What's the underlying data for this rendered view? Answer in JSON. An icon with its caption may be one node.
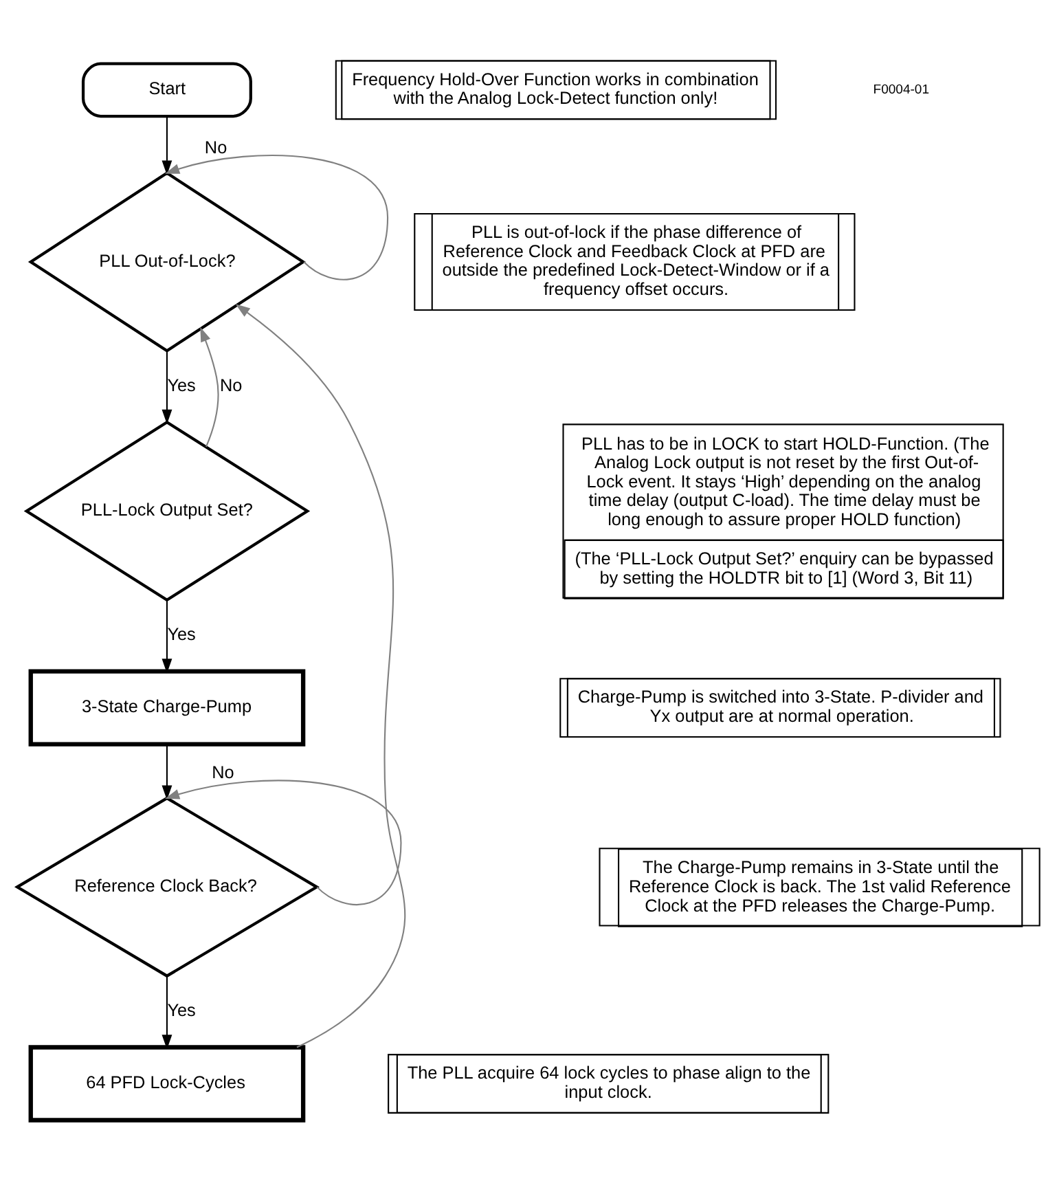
{
  "diagram": {
    "nodes": [
      {
        "text": [
          "Start"
        ]
      },
      {
        "text": [
          "PLL Out-of-Lock?"
        ]
      },
      {
        "text": [
          "PLL-Lock Output Set?"
        ]
      },
      {
        "text": [
          "3-State Charge-Pump"
        ]
      },
      {
        "text": [
          "Reference Clock Back?"
        ]
      },
      {
        "text": [
          "64 PFD Lock-Cycles"
        ]
      },
      {
        "text": [
          "Frequency Hold-Over Function works in combination with the Analog Lock-Detect function only!"
        ]
      },
      {
        "text": [
          "PLL is out-of-lock if the phase difference of Reference Clock and Feedback Clock at PFD are outside the predefined Lock-Detect-Window or if a frequency offset occurs."
        ]
      },
      {
        "text": [
          "PLL has to be in LOCK to start HOLD-Function. (The Analog Lock output is not reset by the first Out-of-Lock event. It stays ‘High’ depending on the analog time delay (output C-load). The time delay must be long enough to assure proper HOLD function)",
          "(The ‘PLL-Lock Output Set?’ enquiry can be bypassed by setting the HOLDTR bit to [1] (Word 3, Bit 11)"
        ]
      },
      {
        "text": [
          "Charge-Pump is switched into 3-State. P-divider and Yx output are at normal operation."
        ]
      },
      {
        "text": [
          "The Charge-Pump remains in 3-State until the Reference Clock is back. The 1st valid Reference Clock at the PFD releases the Charge-Pump."
        ]
      },
      {
        "text": [
          "The PLL acquire 64 lock cycles to phase align to the input clock."
        ]
      }
    ],
    "edges": [
      {
        "from": 0,
        "to": 1,
        "arrow": "to"
      },
      {
        "from": 1,
        "to": 1,
        "arrow": "to",
        "label": "No",
        "color": "#808080"
      },
      {
        "from": 1,
        "to": 2,
        "arrow": "to",
        "label": "Yes"
      },
      {
        "from": 2,
        "to": 1,
        "arrow": "to",
        "label": "No",
        "color": "#808080"
      },
      {
        "from": 2,
        "to": 3,
        "arrow": "to",
        "label": "Yes"
      },
      {
        "from": 3,
        "to": 4,
        "arrow": "to"
      },
      {
        "from": 4,
        "to": 4,
        "arrow": "to",
        "label": "No",
        "color": "#808080"
      },
      {
        "from": 4,
        "to": 5,
        "arrow": "to",
        "label": "Yes"
      },
      {
        "from": 5,
        "to": 1,
        "arrow": "to",
        "color": "#808080"
      }
    ],
    "labels": [
      "F0004-01"
    ]
  }
}
